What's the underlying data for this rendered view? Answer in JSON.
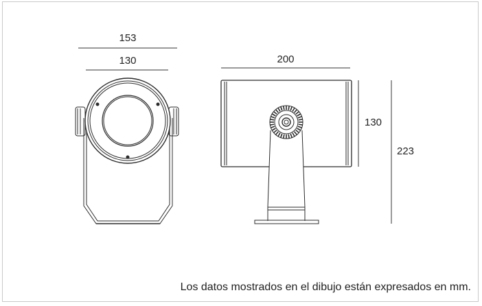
{
  "dimensions": {
    "front_outer_width": "153",
    "front_lens_width": "130",
    "side_width": "200",
    "side_body_height": "130",
    "total_height": "223"
  },
  "note": "Los datos mostrados en el dibujo están expresados en mm.",
  "colors": {
    "line": "#2b2b2b",
    "dimension_line": "#333333",
    "border": "#c9c9c9",
    "text": "#222222"
  }
}
